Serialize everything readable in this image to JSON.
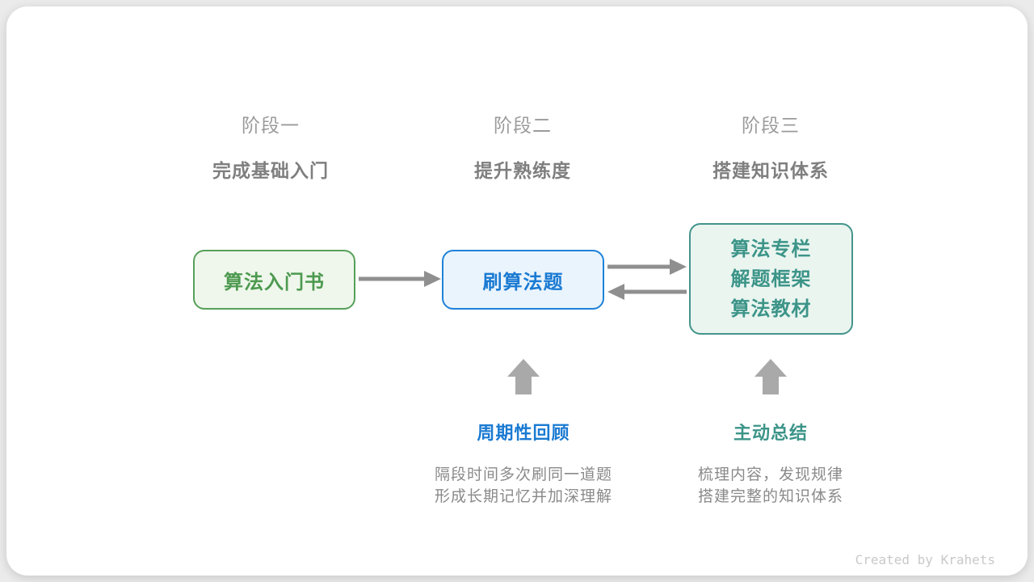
{
  "stages": [
    {
      "label": "阶段一",
      "subtitle": "完成基础入门"
    },
    {
      "label": "阶段二",
      "subtitle": "提升熟练度"
    },
    {
      "label": "阶段三",
      "subtitle": "搭建知识体系"
    }
  ],
  "boxes": [
    {
      "title": "算法入门书",
      "border_color": "#57a05a",
      "text_color": "#4d9a50",
      "bg_color": "#eff7ec"
    },
    {
      "title": "刷算法题",
      "border_color": "#1e82d9",
      "text_color": "#1a7ad2",
      "bg_color": "#eaf4fd"
    },
    {
      "lines": [
        "算法专栏",
        "解题框架",
        "算法教材"
      ],
      "border_color": "#43948a",
      "text_color": "#3c9488",
      "bg_color": "#eaf5f0"
    }
  ],
  "annotations": [
    {
      "title": "周期性回顾",
      "title_color": "#1a7ad2",
      "lines": [
        "隔段时间多次刷同一道题",
        "形成长期记忆并加深理解"
      ]
    },
    {
      "title": "主动总结",
      "title_color": "#3c9488",
      "lines": [
        "梳理内容，发现规律",
        "搭建完整的知识体系"
      ]
    }
  ],
  "footer": {
    "credit": "Created by Krahets"
  },
  "colors": {
    "arrow": "#8f8f8f",
    "up_arrow": "#a9a9a9",
    "stage_label": "#9b9b9b",
    "stage_subtitle": "#7f7f7f",
    "description": "#8a8a8a",
    "credit": "#c9c9c9",
    "card_bg": "#ffffff",
    "page_bg": "#ebebeb"
  }
}
